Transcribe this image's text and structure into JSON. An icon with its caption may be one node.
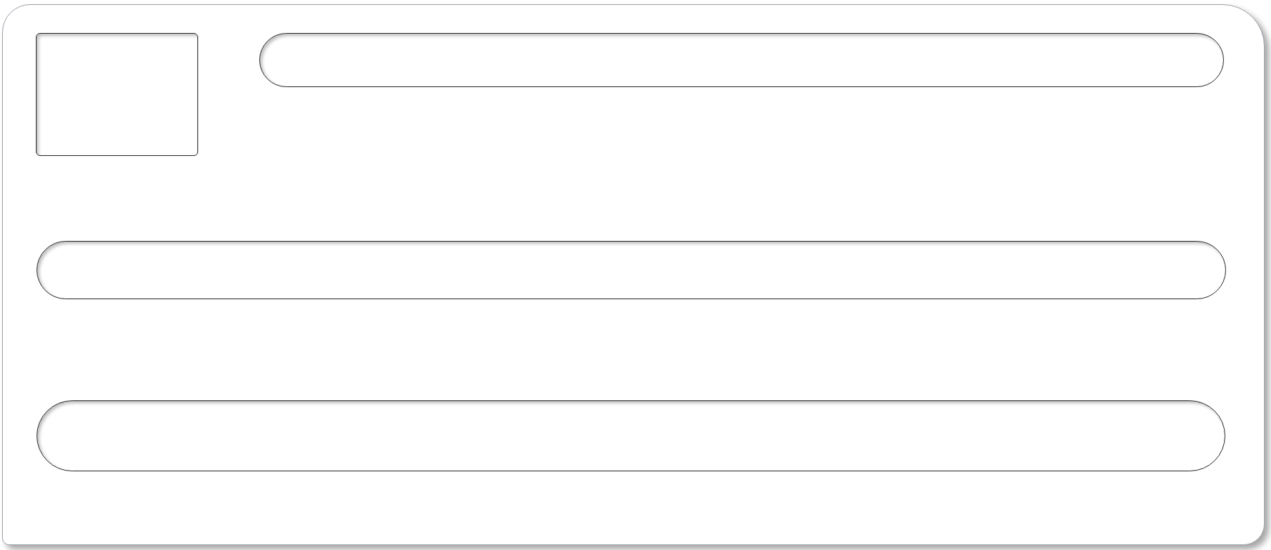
{
  "diagram": {
    "nodes": [
      {
        "text": [],
        "shape": "board"
      },
      {
        "text": [],
        "shape": "box",
        "in": 0
      },
      {
        "text": [],
        "shape": "bar",
        "in": 0
      },
      {
        "text": [],
        "shape": "bar",
        "in": 0
      },
      {
        "text": [],
        "shape": "bar",
        "in": 0
      }
    ]
  }
}
